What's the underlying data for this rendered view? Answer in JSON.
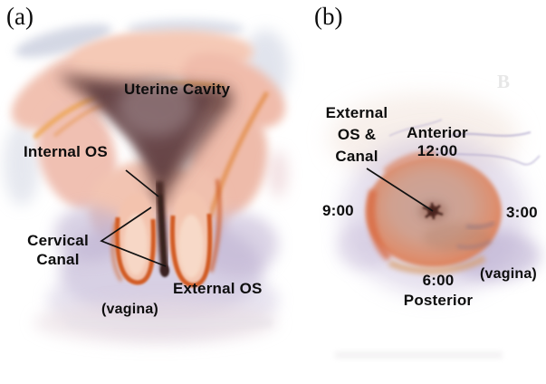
{
  "panel_a": {
    "tag": "(a)",
    "labels": {
      "uterine_cavity": "Uterine Cavity",
      "internal_os": "Internal OS",
      "cervical_canal": [
        "Cervical",
        "Canal"
      ],
      "external_os": "External OS",
      "vagina": "(vagina)"
    }
  },
  "panel_b": {
    "tag": "(b)",
    "labels": {
      "external_os_canal": [
        "External",
        "OS &",
        "Canal"
      ],
      "anterior_12": [
        "Anterior",
        "12:00"
      ],
      "nine_oclock": "9:00",
      "three_oclock": "3:00",
      "six_posterior": [
        "6:00",
        "Posterior"
      ],
      "vagina": "(vagina)"
    }
  },
  "watermark": "B",
  "palette": {
    "background": "#ffffff",
    "label_text": "#0d0d0d",
    "leader_line": "#111111",
    "uterine_wall_pink": "#f2c3b2",
    "uterine_cavity_brown": "#6f4c49",
    "endocervical_lining_orange": "#d0561f",
    "cervical_canal_dark": "#4a2a28",
    "vaginal_lavender": "#c5bad8",
    "cervix_face_salmon": "#dd8a68",
    "external_os_dark": "#5c3129"
  }
}
